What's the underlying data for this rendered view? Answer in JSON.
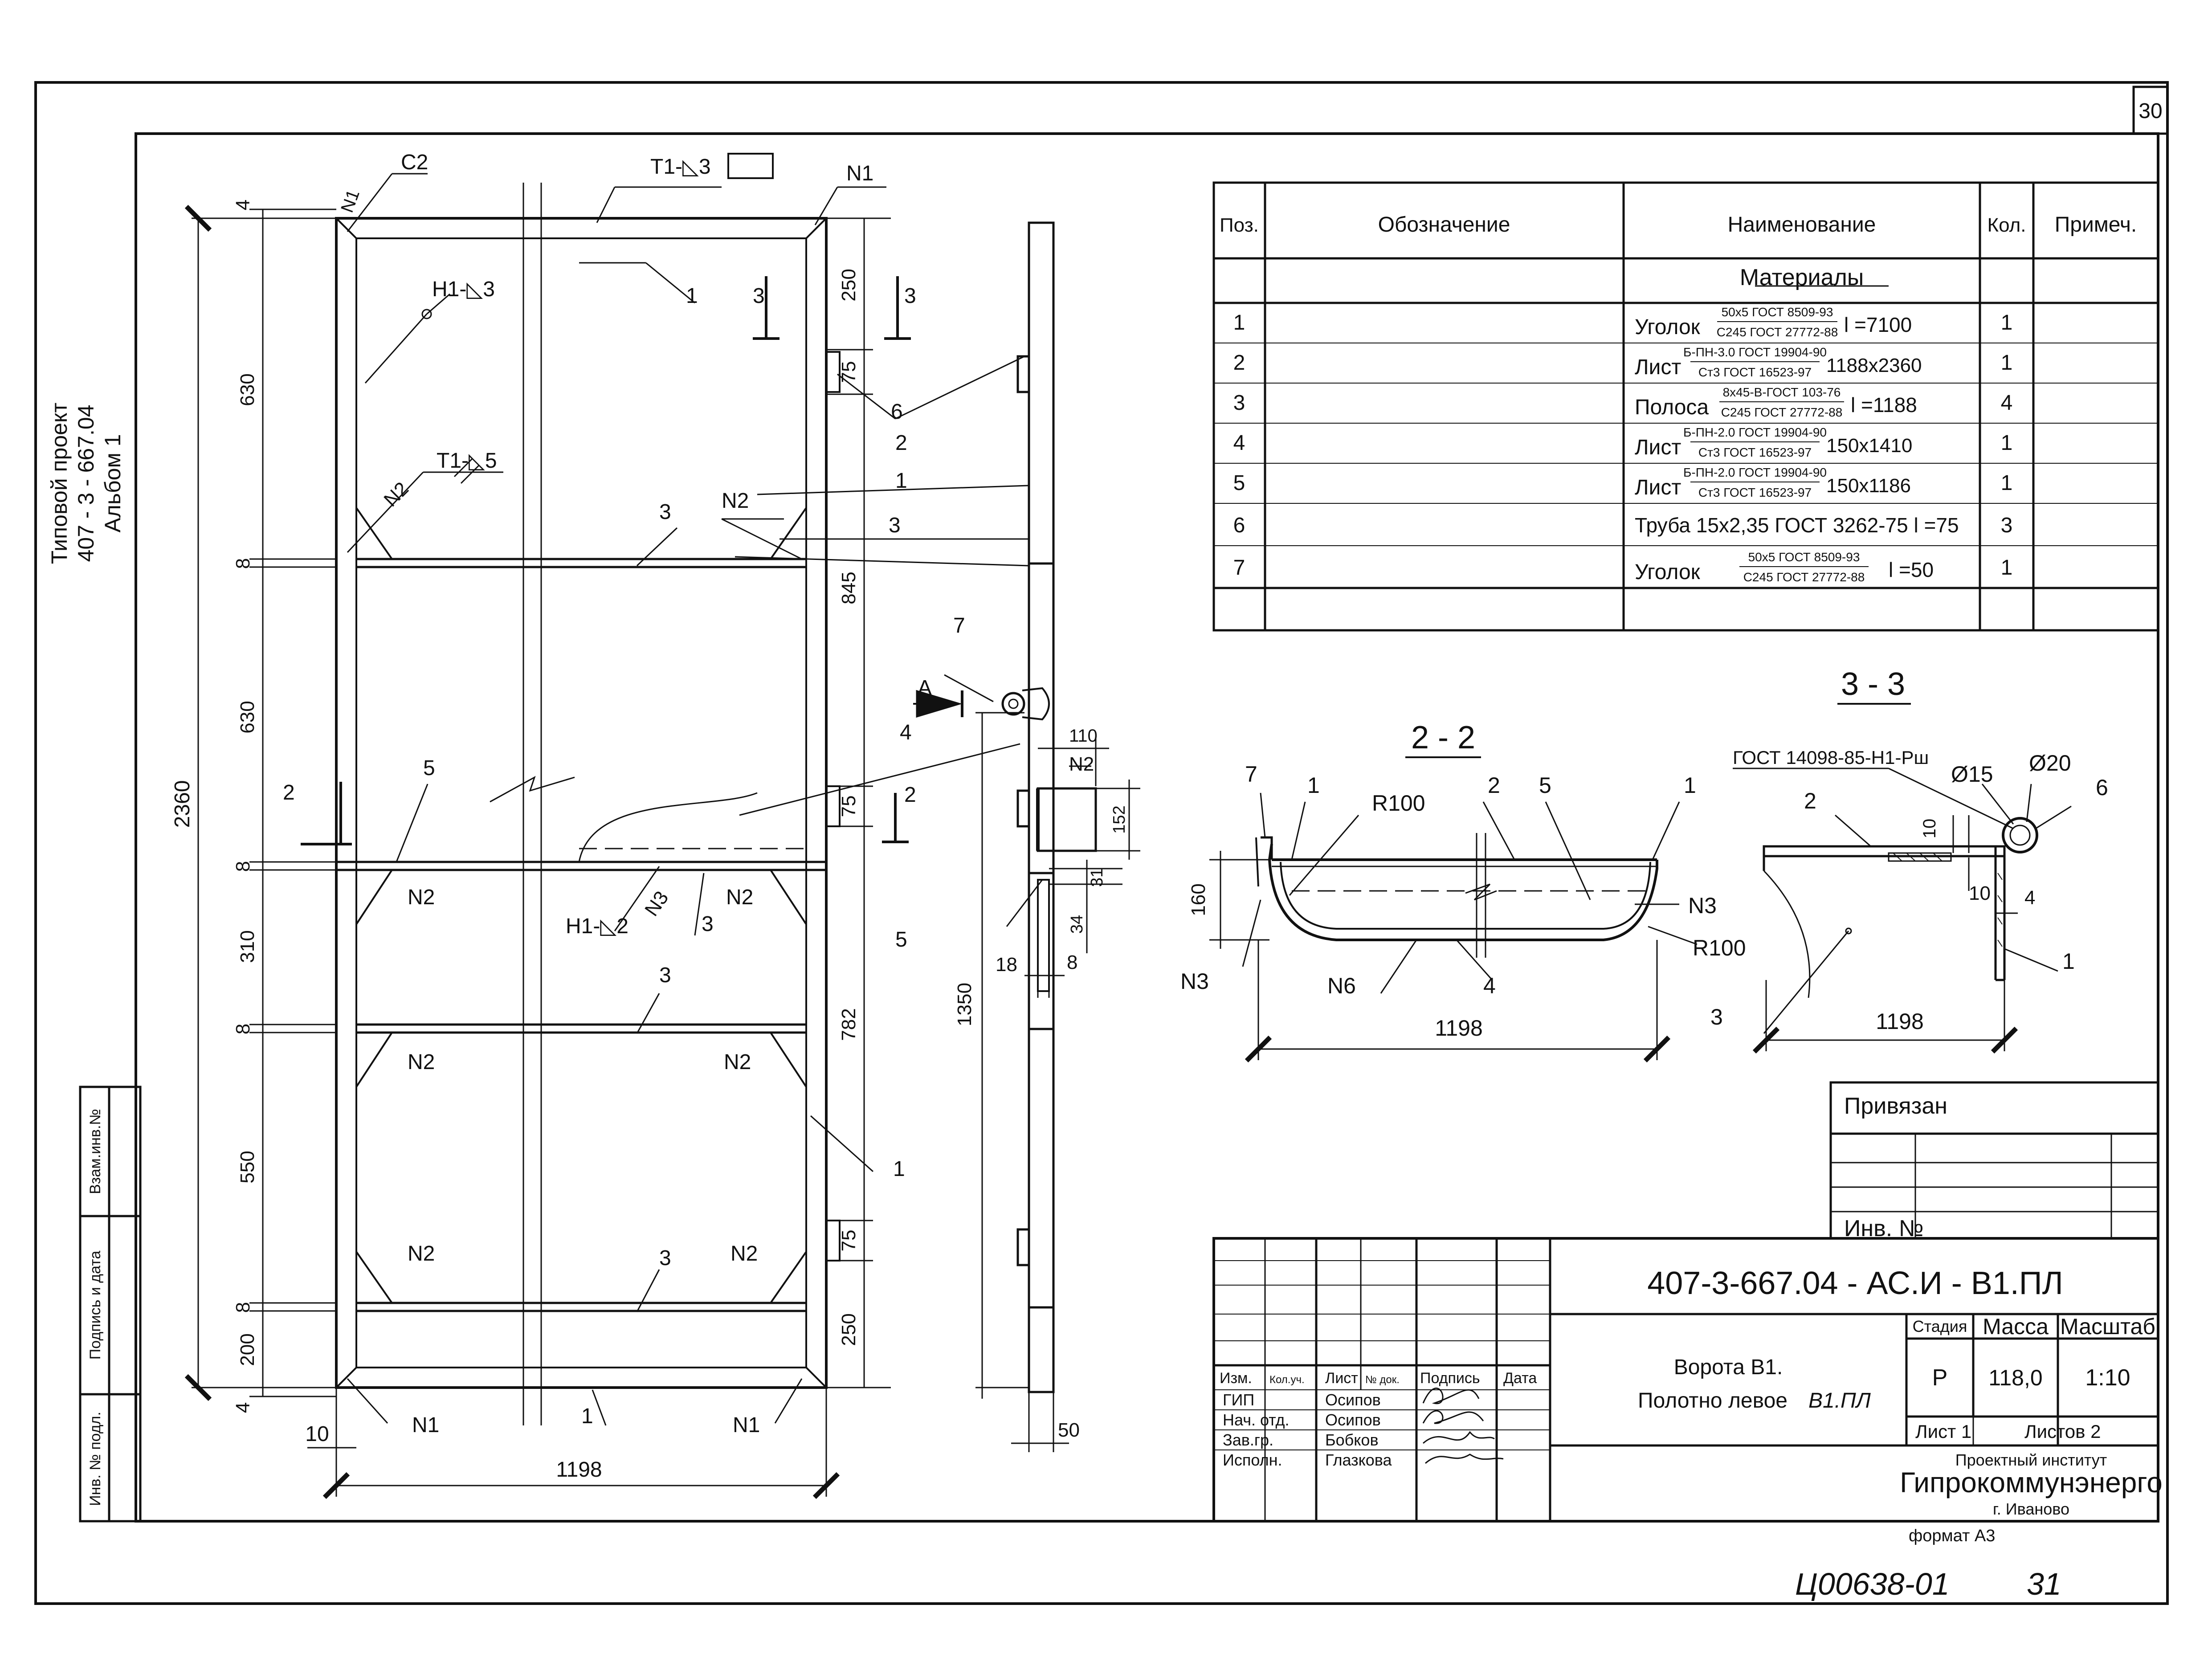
{
  "sheet": {
    "number": "30",
    "margin_note": [
      "Типовой проект",
      "407 - 3 - 667.04",
      "Альбом 1"
    ],
    "left_strip": [
      "Взам.инв.№",
      "Подпись и дата",
      "Инв. № подл."
    ],
    "bottom_handwritten": "Ц00638-01",
    "bottom_page": "31",
    "format": "формат А3"
  },
  "spec_table": {
    "headers": {
      "pos": "Поз.",
      "designation": "Обозначение",
      "name": "Наименование",
      "qty": "Кол.",
      "note": "Примеч."
    },
    "section": "Материалы",
    "rows": [
      {
        "pos": "1",
        "name": "Уголок",
        "num": "50х5 ГОСТ 8509-93",
        "den": "С245 ГОСТ 27772-88",
        "size": "l =7100",
        "qty": "1"
      },
      {
        "pos": "2",
        "name": "Лист",
        "num": "Б-ПН-3.0 ГОСТ 19904-90",
        "den": "Ст3 ГОСТ 16523-97",
        "size": "1188x2360",
        "qty": "1"
      },
      {
        "pos": "3",
        "name": "Полоса",
        "num": "8х45-В-ГОСТ 103-76",
        "den": "С245 ГОСТ 27772-88",
        "size": "l =1188",
        "qty": "4"
      },
      {
        "pos": "4",
        "name": "Лист",
        "num": "Б-ПН-2.0 ГОСТ 19904-90",
        "den": "Ст3 ГОСТ 16523-97",
        "size": "150х1410",
        "qty": "1"
      },
      {
        "pos": "5",
        "name": "Лист",
        "num": "Б-ПН-2.0 ГОСТ 19904-90",
        "den": "Ст3 ГОСТ 16523-97",
        "size": "150х1186",
        "qty": "1"
      },
      {
        "pos": "6",
        "name": "Труба 15х2,35  ГОСТ 3262-75  l =75",
        "num": "",
        "den": "",
        "size": "",
        "qty": "3"
      },
      {
        "pos": "7",
        "name": "Уголок",
        "num": "50х5 ГОСТ 8509-93",
        "den": "С245 ГОСТ 27772-88",
        "size": "l =50",
        "qty": "1"
      }
    ]
  },
  "front_view": {
    "left_dims": [
      "4",
      "630",
      "8",
      "630",
      "8",
      "310",
      "8",
      "550",
      "8",
      "200",
      "4"
    ],
    "overall_height": "2360",
    "right_dims": [
      "250",
      "75",
      "845",
      "75",
      "782",
      "75",
      "250"
    ],
    "bottom_dims": {
      "width": "1198",
      "edge": "10"
    },
    "callouts": {
      "c2": "С2",
      "t1_3": "Т1-◺3",
      "n1": "N1",
      "h1_3": "Н1-◺3",
      "t1_5": "Т1-◺5",
      "n2": "N2",
      "n3": "N3",
      "h1_2": "Н1-◺2",
      "sec3": "3",
      "sec2": "2"
    },
    "positions": {
      "p1": "1",
      "p2": "2",
      "p3": "3",
      "p4": "4",
      "p5": "5",
      "p6": "6",
      "p7": "7"
    }
  },
  "side_view": {
    "dims": {
      "h1350": "1350",
      "d110": "110",
      "d152": "152",
      "d31": "31",
      "d34": "34",
      "d18": "18",
      "d8": "8",
      "d50": "50"
    },
    "view_a": "А",
    "n2": "N2"
  },
  "section_2_2": {
    "title": "2 - 2",
    "labels": {
      "p7": "7",
      "p1": "1",
      "r100": "R100",
      "p2": "2",
      "p5": "5",
      "p1b": "1",
      "n3": "N3",
      "r100b": "R100",
      "n3b": "N3",
      "n6": "N6",
      "p4": "4"
    },
    "dims": {
      "height": "160",
      "width": "1198"
    }
  },
  "section_3_3": {
    "title": "3 - 3",
    "gost": "ГОСТ 14098-85-Н1-Рш",
    "labels": {
      "d15": "Ø15",
      "d20": "Ø20",
      "p6": "6",
      "p2": "2",
      "d10": "10",
      "d10b": "10",
      "d4": "4",
      "p1": "1",
      "p3": "3"
    },
    "dims": {
      "width": "1198"
    }
  },
  "title_block": {
    "privyazan": "Привязан",
    "inv_no": "Инв. №",
    "code": "407-3-667.04 - АС.И - В1.ПЛ",
    "name_line1": "Ворота В1.",
    "name_line2": "Полотно левое",
    "name_mark": "В1.ПЛ",
    "heads": {
      "izm": "Изм.",
      "kol": "Кол.уч.",
      "list": "Лист",
      "ndok": "№ док.",
      "podpis": "Подпись",
      "data": "Дата"
    },
    "people": [
      {
        "role": "ГИП",
        "name": "Осипов"
      },
      {
        "role": "Нач. отд.",
        "name": "Осипов"
      },
      {
        "role": "Зав.гр.",
        "name": "Бобков"
      },
      {
        "role": "Исполн.",
        "name": "Глазкова"
      }
    ],
    "stage_label": "Стадия",
    "mass_label": "Масса",
    "scale_label": "Масштаб",
    "stage": "Р",
    "mass": "118,0",
    "scale": "1:10",
    "sheet_label": "Лист 1",
    "sheets_label": "Листов 2",
    "institute_small": "Проектный институт",
    "institute": "Гипрокоммунэнерго",
    "city": "г. Иваново"
  }
}
